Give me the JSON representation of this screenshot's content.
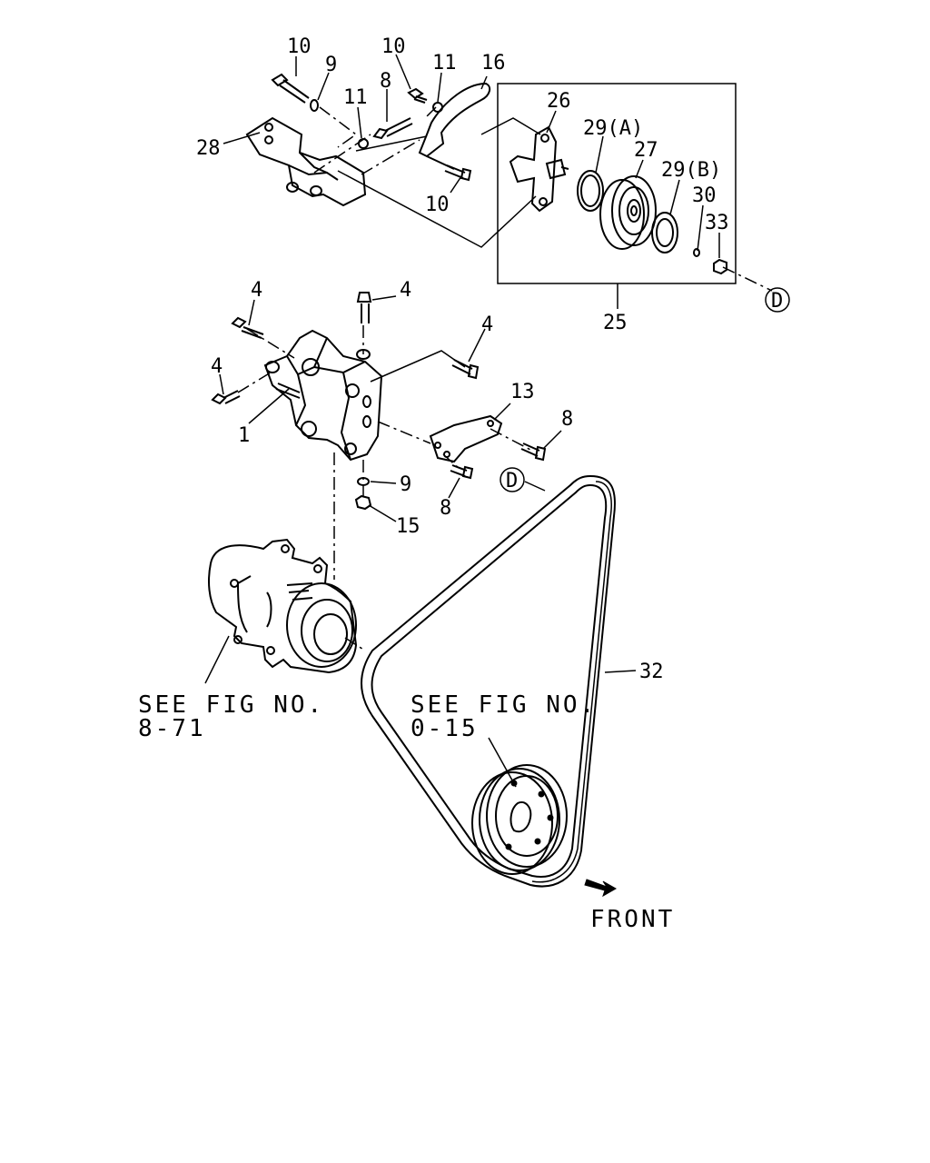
{
  "labels": {
    "l10a": "10",
    "l9a": "9",
    "l10b": "10",
    "l11a": "11",
    "l16": "16",
    "l11b": "11",
    "l8a": "8",
    "l28": "28",
    "l10c": "10",
    "l26": "26",
    "l29a": "29(A)",
    "l27": "27",
    "l29b": "29(B)",
    "l30": "30",
    "l33": "33",
    "l25": "25",
    "lD1": "D",
    "l4a": "4",
    "l4b": "4",
    "l4c": "4",
    "l4d": "4",
    "l1": "1",
    "l13": "13",
    "l8b": "8",
    "l8c": "8",
    "l9b": "9",
    "l15": "15",
    "lD2": "D",
    "l32": "32"
  },
  "references": {
    "compressor_line1": "SEE FIG NO.",
    "compressor_line2": "8-71",
    "crank_line1": "SEE FIG NO.",
    "crank_line2": "0-15"
  },
  "direction": {
    "front": "FRONT"
  }
}
